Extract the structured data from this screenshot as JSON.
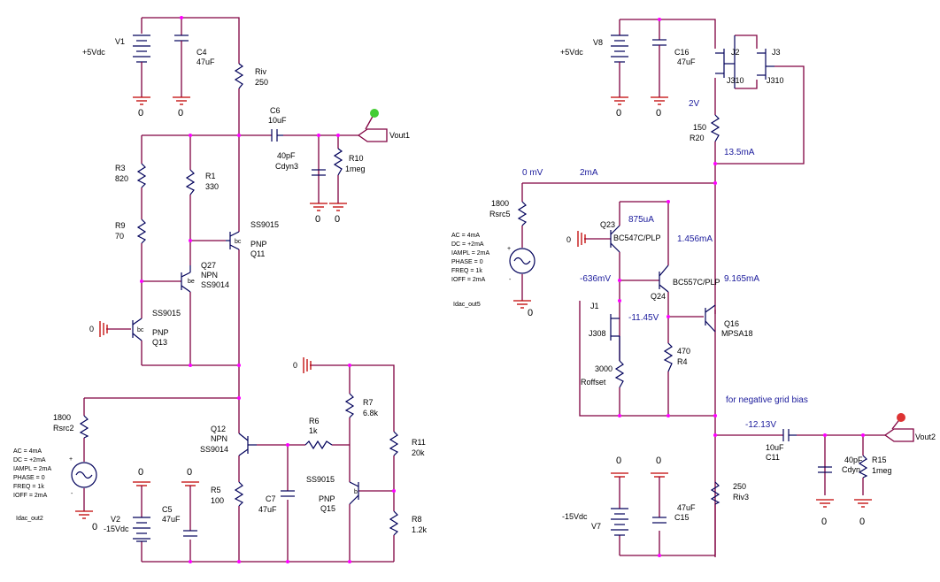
{
  "left_circuit": {
    "v1": {
      "name": "V1",
      "value": "+5Vdc"
    },
    "c4": {
      "name": "C4",
      "value": "47uF"
    },
    "riv": {
      "name": "Riv",
      "value": "250"
    },
    "c6": {
      "name": "C6",
      "value": "10uF"
    },
    "vout1": "Vout1",
    "cdyn3": {
      "name": "Cdyn3",
      "value": "40pF"
    },
    "r10": {
      "name": "R10",
      "value": "1meg"
    },
    "r3": {
      "name": "R3",
      "value": "820"
    },
    "r1": {
      "name": "R1",
      "value": "330"
    },
    "r9": {
      "name": "R9",
      "value": "70"
    },
    "q11": {
      "type": "SS9015",
      "pol": "PNP",
      "name": "Q11",
      "pin": "bc"
    },
    "q27": {
      "name": "Q27",
      "pol": "NPN",
      "type": "SS9014",
      "pin": "be"
    },
    "q13": {
      "type": "SS9015",
      "pol": "PNP",
      "name": "Q13",
      "pin": "bc",
      "gnd": "0"
    },
    "rsrc2": {
      "name": "Rsrc2",
      "value": "1800"
    },
    "source": {
      "ac": "AC = 4mA",
      "dc": "DC = +2mA",
      "iampl": "IAMPL = 2mA",
      "phase": "PHASE = 0",
      "freq": "FREQ = 1k",
      "ioff": "IOFF = 2mA",
      "name": "Idac_out2"
    },
    "q12": {
      "name": "Q12",
      "pol": "NPN",
      "type": "SS9014"
    },
    "r6": {
      "name": "R6",
      "value": "1k"
    },
    "r7": {
      "name": "R7",
      "value": "6.8k"
    },
    "r11": {
      "name": "R11",
      "value": "20k"
    },
    "r8": {
      "name": "R8",
      "value": "1.2k"
    },
    "q15": {
      "type": "SS9015",
      "pol": "PNP",
      "name": "Q15",
      "pin": "b"
    },
    "r5": {
      "name": "R5",
      "value": "100"
    },
    "c7": {
      "name": "C7",
      "value": "47uF"
    },
    "v2": {
      "name": "V2",
      "value": "-15Vdc"
    },
    "c5": {
      "name": "C5",
      "value": "47uF"
    },
    "gnd_q15": "0"
  },
  "right_circuit": {
    "v8": {
      "name": "V8",
      "value": "+5Vdc"
    },
    "c16": {
      "name": "C16",
      "value": "47uF"
    },
    "j2": {
      "name": "J2",
      "type": "J310"
    },
    "j3": {
      "name": "J3",
      "type": "J310"
    },
    "v_2v": "2V",
    "r20": {
      "name": "R20",
      "value": "150"
    },
    "i_13_5": "13.5mA",
    "v_0mv": "0 mV",
    "i_2ma": "2mA",
    "rsrc5": {
      "name": "Rsrc5",
      "value": "1800"
    },
    "source": {
      "ac": "AC = 4mA",
      "dc": "DC = +2mA",
      "iampl": "IAMPL = 2mA",
      "phase": "PHASE = 0",
      "freq": "FREQ = 1k",
      "ioff": "IOFF = 2mA",
      "name": "Idac_out5"
    },
    "q23": {
      "name": "Q23",
      "type": "BC547C/PLP",
      "gnd": "0"
    },
    "i_875": "875uA",
    "i_1456": "1.456mA",
    "v_636": "-636mV",
    "q24": {
      "name": "Q24",
      "type": "BC557C/PLP"
    },
    "i_9165": "9.165mA",
    "j1": {
      "name": "J1",
      "type": "J308"
    },
    "v_1145": "-11.45V",
    "q16": {
      "name": "Q16",
      "type": "MPSA18"
    },
    "r4": {
      "name": "R4",
      "value": "470"
    },
    "roffset": {
      "name": "Roffset",
      "value": "3000"
    },
    "bias_note": "for negative grid bias",
    "v_1213": "-12.13V",
    "c11": {
      "name": "C11",
      "value": "10uF"
    },
    "vout2": "Vout2",
    "cdyn": {
      "name": "Cdyn",
      "value": "40pF"
    },
    "r15": {
      "name": "R15",
      "value": "1meg"
    },
    "riv3": {
      "name": "Riv3",
      "value": "250"
    },
    "v7": {
      "name": "V7",
      "value": "-15Vdc"
    },
    "c15": {
      "name": "C15",
      "value": "47uF"
    }
  },
  "ground_label": "0",
  "colors": {
    "wire": "#800040",
    "component": "#00005a",
    "ground": "#c00000",
    "node": "#ff00ff",
    "probe": "#44cc33",
    "probe2": "#dd3333"
  }
}
